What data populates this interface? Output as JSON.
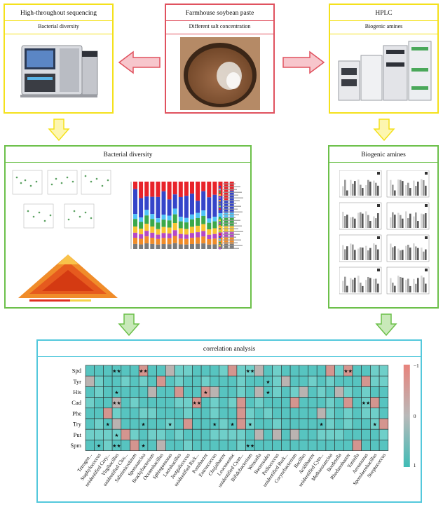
{
  "colors": {
    "yellow": "#f4e11c",
    "red": "#e0525f",
    "green": "#6cc04a",
    "cyan": "#54c8dc",
    "arrow_red_fill": "#f7c6cc",
    "arrow_yellow_fill": "#fdf6b0",
    "arrow_green_fill": "#c8e9b9"
  },
  "boxes": {
    "sequencing": {
      "title": "High-throughout sequencing",
      "subtitle": "Bacterial diversity"
    },
    "paste": {
      "title": "Farmhouse soybean paste",
      "subtitle": "Different salt concentration"
    },
    "hplc": {
      "title": "HPLC",
      "subtitle": "Biogenic amines"
    },
    "bacterial": {
      "title": "Bacterial diversity"
    },
    "amines": {
      "title": "Biogenic amines"
    },
    "correlation": {
      "title": "correlation analysis"
    }
  },
  "heatmap": {
    "rows": [
      "Spd",
      "Tyr",
      "His",
      "Cad",
      "Phe",
      "Try",
      "Put",
      "Spm"
    ],
    "columns": [
      "Tetragen...",
      "Staphylococcus",
      "unidentified Cory...",
      "Virgibacillus",
      "unidentified Clos...",
      "Salinimicrobium",
      "Sporosarcina",
      "Brachybacterium",
      "Oceanobacillus",
      "Sphingomonas",
      "Lactobacillus",
      "Jeotgalicoccus",
      "unidentified Rick...",
      "Pontibacter",
      "Enterococcus",
      "Chujaibacter",
      "Leuconostoc",
      "unidentified Cyan...",
      "Bifidobacterium",
      "Weissella",
      "Bacteroides",
      "Pediococcus",
      "unidentified Burk...",
      "Corynebacterium",
      "Bacillus",
      "Acidibacter",
      "unidentified Cyto...",
      "Methanosarcina",
      "Bordetella",
      "Rhodanobacter",
      "Yaniella",
      "Aeromonas",
      "Sporolactobacillus",
      "Streptococcus"
    ],
    "legend_ticks": [
      "−1",
      "0",
      "1"
    ],
    "significance": [
      {
        "row": 0,
        "col": 3,
        "mark": "★★"
      },
      {
        "row": 0,
        "col": 6,
        "mark": "★★"
      },
      {
        "row": 0,
        "col": 18,
        "mark": "★★"
      },
      {
        "row": 0,
        "col": 29,
        "mark": "★★"
      },
      {
        "row": 1,
        "col": 20,
        "mark": "★"
      },
      {
        "row": 2,
        "col": 3,
        "mark": "★"
      },
      {
        "row": 2,
        "col": 13,
        "mark": "★"
      },
      {
        "row": 2,
        "col": 20,
        "mark": "★"
      },
      {
        "row": 3,
        "col": 3,
        "mark": "★★"
      },
      {
        "row": 3,
        "col": 12,
        "mark": "★★"
      },
      {
        "row": 3,
        "col": 31,
        "mark": "★★"
      },
      {
        "row": 5,
        "col": 2,
        "mark": "★"
      },
      {
        "row": 5,
        "col": 6,
        "mark": "★"
      },
      {
        "row": 5,
        "col": 9,
        "mark": "★"
      },
      {
        "row": 5,
        "col": 14,
        "mark": "★"
      },
      {
        "row": 5,
        "col": 16,
        "mark": "★"
      },
      {
        "row": 5,
        "col": 18,
        "mark": "★"
      },
      {
        "row": 5,
        "col": 26,
        "mark": "★"
      },
      {
        "row": 5,
        "col": 32,
        "mark": "★"
      },
      {
        "row": 6,
        "col": 3,
        "mark": "★"
      },
      {
        "row": 7,
        "col": 1,
        "mark": "★"
      },
      {
        "row": 7,
        "col": 3,
        "mark": "★★"
      },
      {
        "row": 7,
        "col": 6,
        "mark": "★"
      },
      {
        "row": 7,
        "col": 18,
        "mark": "★★"
      }
    ]
  }
}
